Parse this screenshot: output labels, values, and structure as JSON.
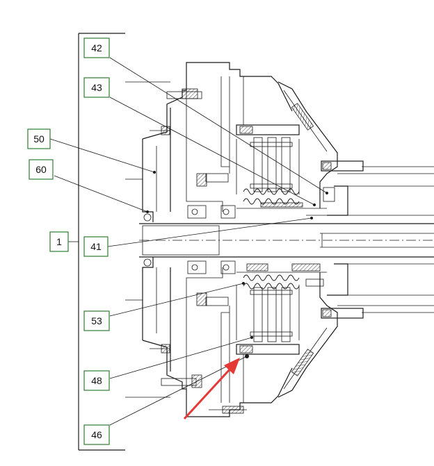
{
  "diagram": {
    "callouts": [
      {
        "id": "c42",
        "label": "42"
      },
      {
        "id": "c43",
        "label": "43"
      },
      {
        "id": "c50",
        "label": "50"
      },
      {
        "id": "c60",
        "label": "60"
      },
      {
        "id": "c1",
        "label": "1"
      },
      {
        "id": "c41",
        "label": "41"
      },
      {
        "id": "c53",
        "label": "53"
      },
      {
        "id": "c48",
        "label": "48"
      },
      {
        "id": "c46",
        "label": "46"
      }
    ],
    "colors": {
      "callout_border": "#2e7d32",
      "drawing_line": "#1a1a1a",
      "arrow": "#e53935"
    }
  }
}
